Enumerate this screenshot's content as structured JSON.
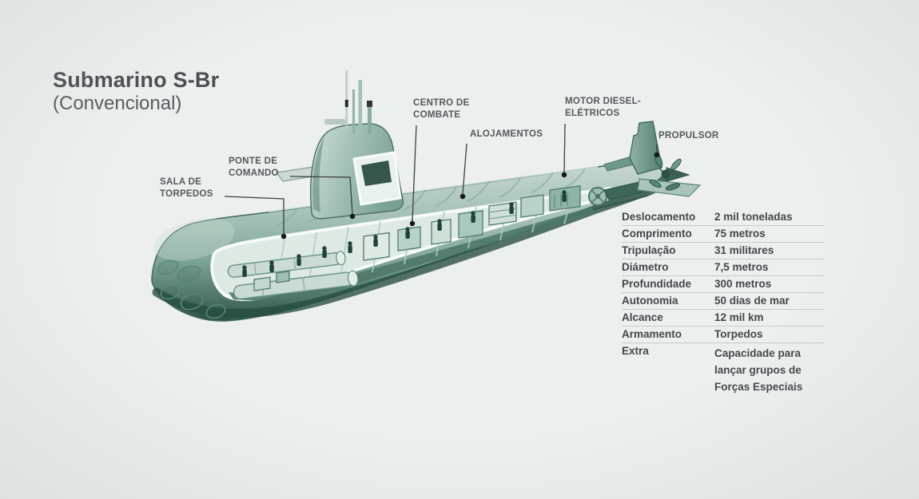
{
  "title": {
    "main": "Submarino S-Br",
    "sub": "(Convencional)"
  },
  "callouts": [
    {
      "id": "sala-de-torpedos",
      "label": "SALA DE\nTORPEDOS"
    },
    {
      "id": "ponte-de-comando",
      "label": "PONTE DE\nCOMANDO"
    },
    {
      "id": "centro-de-combate",
      "label": "CENTRO DE\nCOMBATE"
    },
    {
      "id": "alojamentos",
      "label": "ALOJAMENTOS"
    },
    {
      "id": "motor-diesel-eletricos",
      "label": "MOTOR DIESEL-\nELÉTRICOS"
    },
    {
      "id": "propulsor",
      "label": "PROPULSOR"
    }
  ],
  "specs": {
    "rows": [
      {
        "label": "Deslocamento",
        "value": "2 mil toneladas"
      },
      {
        "label": "Comprimento",
        "value": "75 metros"
      },
      {
        "label": "Tripulação",
        "value": "31 militares"
      },
      {
        "label": "Diámetro",
        "value": "7,5 metros"
      },
      {
        "label": "Profundidade",
        "value": "300 metros"
      },
      {
        "label": "Autonomia",
        "value": "50 dias de mar"
      },
      {
        "label": "Alcance",
        "value": "12 mil km"
      },
      {
        "label": "Armamento",
        "value": "Torpedos"
      },
      {
        "label": "Extra",
        "value": "Capacidade para lançar grupos de Forças Especiais"
      }
    ]
  },
  "colors": {
    "background": "#ecefee",
    "hull_light": "#c6d7d0",
    "hull_mid": "#93b4a9",
    "hull_dark": "#2d5245",
    "interior": "#dde9e3",
    "rim_white": "#f6faf8",
    "text_dark": "#43474b",
    "callout_text": "#54585c",
    "leader_line": "#3a3e41"
  }
}
